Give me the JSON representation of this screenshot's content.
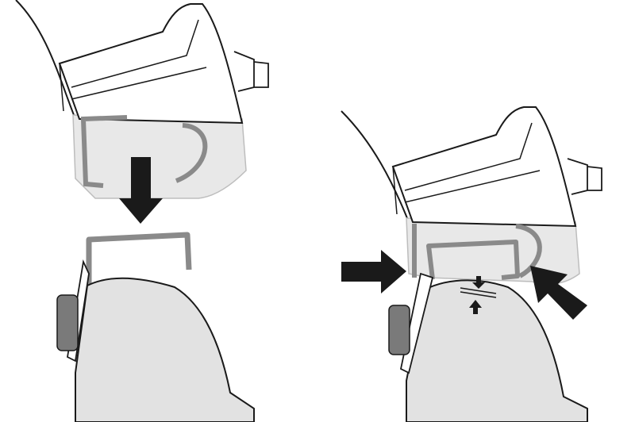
{
  "colors": {
    "background": "#ffffff",
    "outline": "#1a1a1a",
    "housing_tint": "#e6e6e6",
    "bracket": "#8a8a8a",
    "base_fill": "#e2e2e2",
    "knob": "#7a7a7a",
    "arrow": "#1a1a1a"
  },
  "panels": [
    {
      "name": "before-attachment",
      "arrows": [
        "arrow-down"
      ]
    },
    {
      "name": "after-attachment",
      "arrows": [
        "arrow-right",
        "arrow-diagonal-left",
        "gap-arrow-down",
        "gap-arrow-up"
      ]
    }
  ]
}
